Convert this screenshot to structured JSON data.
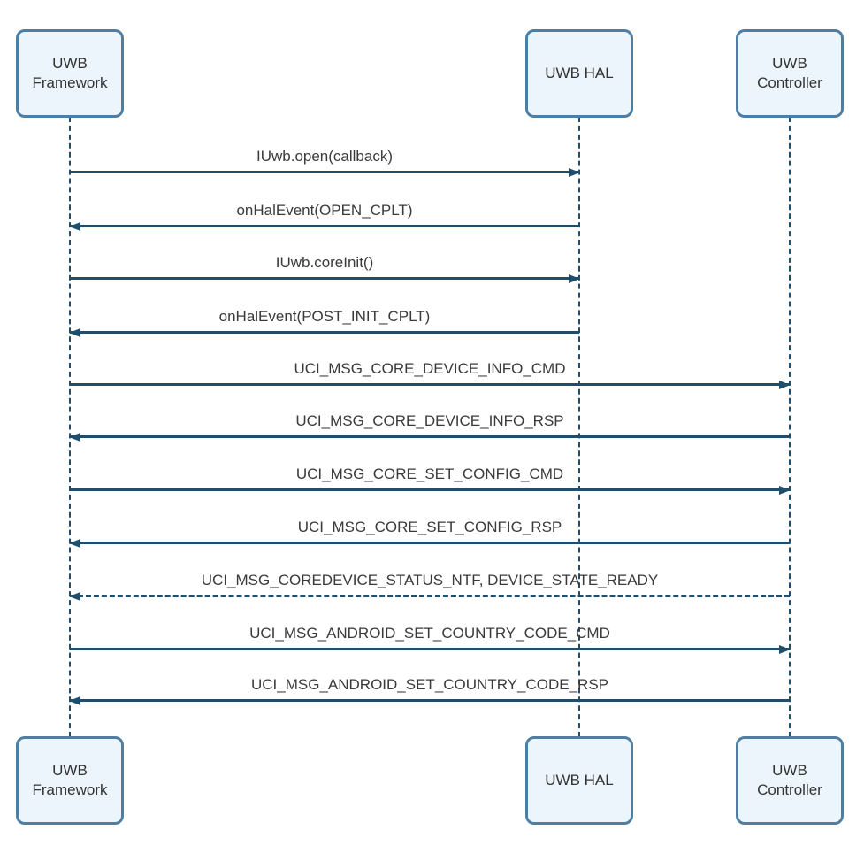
{
  "diagram_type": "sequence",
  "colors": {
    "box_fill": "#ebf5fb",
    "box_border": "#4e7fa3",
    "line": "#1f4e6d",
    "text": "#333333",
    "label_text": "#3a3a3a",
    "bg": "#ffffff"
  },
  "actors": [
    {
      "label": "UWB Framework"
    },
    {
      "label": "UWB HAL"
    },
    {
      "label": "UWB Controller"
    }
  ],
  "messages": [
    {
      "label": "IUwb.open(callback)",
      "from": "UWB Framework",
      "to": "UWB HAL",
      "line": "solid",
      "direction": "right"
    },
    {
      "label": "onHalEvent(OPEN_CPLT)",
      "from": "UWB HAL",
      "to": "UWB Framework",
      "line": "solid",
      "direction": "left"
    },
    {
      "label": "IUwb.coreInit()",
      "from": "UWB Framework",
      "to": "UWB HAL",
      "line": "solid",
      "direction": "right"
    },
    {
      "label": "onHalEvent(POST_INIT_CPLT)",
      "from": "UWB HAL",
      "to": "UWB Framework",
      "line": "solid",
      "direction": "left"
    },
    {
      "label": "UCI_MSG_CORE_DEVICE_INFO_CMD",
      "from": "UWB Framework",
      "to": "UWB Controller",
      "line": "solid",
      "direction": "right"
    },
    {
      "label": "UCI_MSG_CORE_DEVICE_INFO_RSP",
      "from": "UWB Controller",
      "to": "UWB Framework",
      "line": "solid",
      "direction": "left"
    },
    {
      "label": "UCI_MSG_CORE_SET_CONFIG_CMD",
      "from": "UWB Framework",
      "to": "UWB Controller",
      "line": "solid",
      "direction": "right"
    },
    {
      "label": "UCI_MSG_CORE_SET_CONFIG_RSP",
      "from": "UWB Controller",
      "to": "UWB Framework",
      "line": "solid",
      "direction": "left"
    },
    {
      "label": "UCI_MSG_COREDEVICE_STATUS_NTF, DEVICE_STATE_READY",
      "from": "UWB Controller",
      "to": "UWB Framework",
      "line": "dashed",
      "direction": "left"
    },
    {
      "label": "UCI_MSG_ANDROID_SET_COUNTRY_CODE_CMD",
      "from": "UWB Framework",
      "to": "UWB Controller",
      "line": "solid",
      "direction": "right"
    },
    {
      "label": "UCI_MSG_ANDROID_SET_COUNTRY_CODE_RSP",
      "from": "UWB Controller",
      "to": "UWB Framework",
      "line": "solid",
      "direction": "left"
    }
  ]
}
